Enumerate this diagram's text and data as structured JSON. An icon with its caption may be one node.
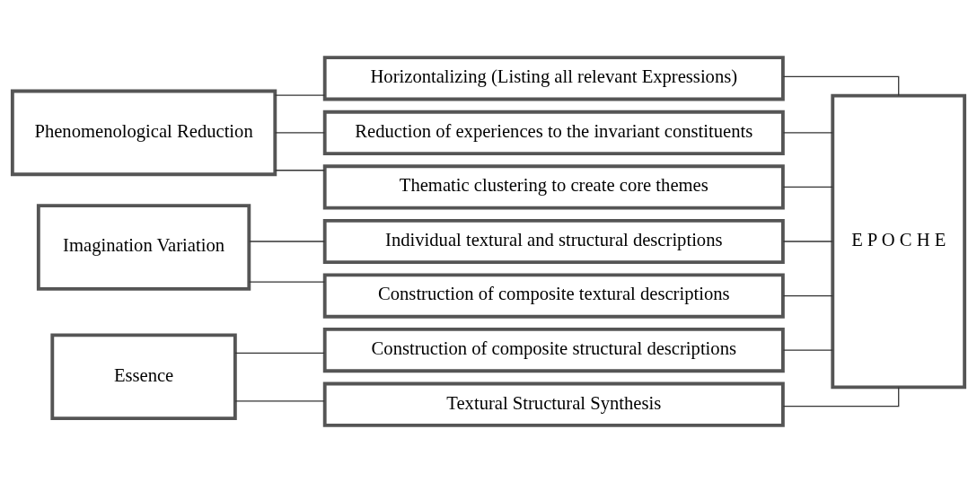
{
  "diagram": {
    "nodes": [
      {
        "text": [
          "Phenomenological Reduction"
        ]
      },
      {
        "text": [
          "Horizontalizing (Listing all relevant Expressions)"
        ]
      },
      {
        "text": [
          "Reduction of experiences to the invariant constituents"
        ]
      },
      {
        "text": [
          "Thematic clustering to create core themes"
        ]
      },
      {
        "text": [
          "Imagination Variation"
        ]
      },
      {
        "text": [
          "Individual textural and structural descriptions"
        ]
      },
      {
        "text": [
          "Construction of composite textural descriptions"
        ]
      },
      {
        "text": [
          "Essence"
        ]
      },
      {
        "text": [
          "Construction of composite structural descriptions"
        ]
      },
      {
        "text": [
          "Textural Structural Synthesis"
        ]
      },
      {
        "text": [
          "E P O C H E"
        ]
      }
    ],
    "edges": [
      {
        "from": 0,
        "to": 1,
        "arrow": "none"
      },
      {
        "from": 0,
        "to": 2,
        "arrow": "none"
      },
      {
        "from": 0,
        "to": 3,
        "arrow": "none"
      },
      {
        "from": 4,
        "to": 5,
        "arrow": "none"
      },
      {
        "from": 4,
        "to": 6,
        "arrow": "none"
      },
      {
        "from": 7,
        "to": 8,
        "arrow": "none"
      },
      {
        "from": 7,
        "to": 9,
        "arrow": "none"
      },
      {
        "from": 1,
        "to": 10,
        "arrow": "none"
      },
      {
        "from": 2,
        "to": 10,
        "arrow": "none"
      },
      {
        "from": 3,
        "to": 10,
        "arrow": "none"
      },
      {
        "from": 5,
        "to": 10,
        "arrow": "none"
      },
      {
        "from": 6,
        "to": 10,
        "arrow": "none"
      },
      {
        "from": 8,
        "to": 10,
        "arrow": "none"
      },
      {
        "from": 9,
        "to": 10,
        "arrow": "none"
      }
    ]
  }
}
